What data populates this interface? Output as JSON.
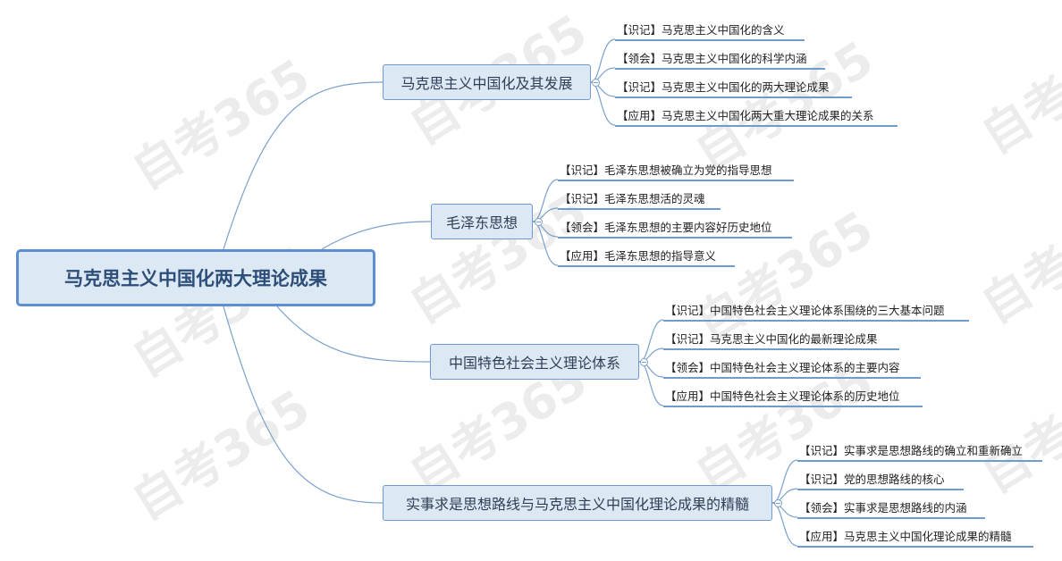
{
  "watermark": "自考365",
  "root": {
    "label": "马克思主义中国化两大理论成果"
  },
  "branches": [
    {
      "label": "马克思主义中国化及其发展",
      "children": [
        "【识记】马克思主义中国化的含义",
        "【领会】马克思主义中国化的科学内涵",
        "【识记】马克思主义中国化的两大理论成果",
        "【应用】马克思主义中国化两大重大理论成果的关系"
      ]
    },
    {
      "label": "毛泽东思想",
      "children": [
        "【识记】毛泽东思想被确立为党的指导思想",
        "【识记】毛泽东思想活的灵魂",
        "【领会】毛泽东思想的主要内容好历史地位",
        "【应用】毛泽东思想的指导意义"
      ]
    },
    {
      "label": "中国特色社会主义理论体系",
      "children": [
        "【识记】中国特色社会主义理论体系围绕的三大基本问题",
        "【识记】马克思主义中国化的最新理论成果",
        "【领会】中国特色社会主义理论体系的主要内容",
        "【应用】中国特色社会主义理论体系的历史地位"
      ]
    },
    {
      "label": "实事求是思想路线与马克思主义中国化理论成果的精髓",
      "children": [
        "【识记】实事求是思想路线的确立和重新确立",
        "【识记】党的思想路线的核心",
        "【领会】实事求是思想路线的内涵",
        "【应用】马克思主义中国化理论成果的精髓"
      ]
    }
  ],
  "colors": {
    "line": "#7aa0cc",
    "node_fill": "#dde8f5",
    "root_border": "#5b8fcf"
  }
}
